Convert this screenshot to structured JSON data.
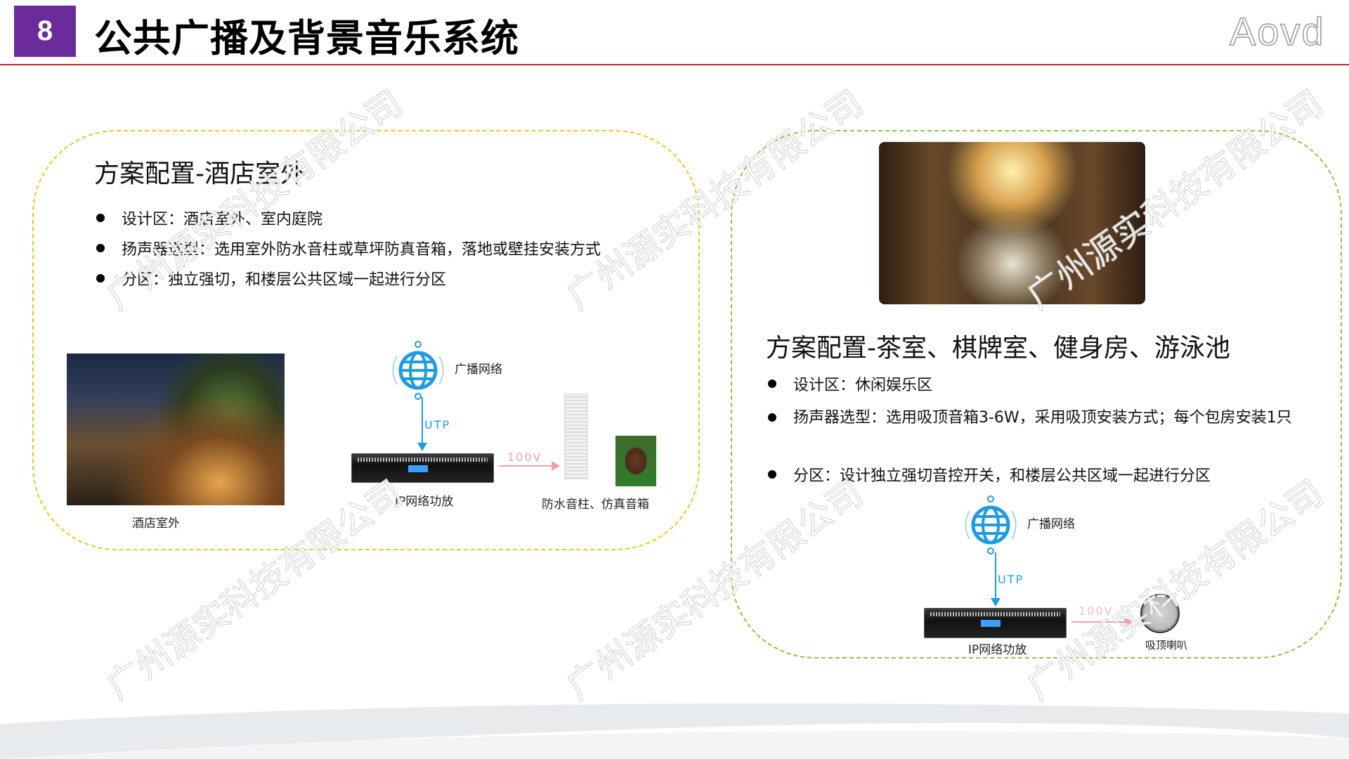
{
  "header": {
    "number": "8",
    "title": "公共广播及背景音乐系统",
    "logo": "Aovd"
  },
  "watermark": "广州源实科技有限公司",
  "left": {
    "title": "方案配置-酒店室外",
    "bullets": [
      "设计区：酒店室外、室内庭院",
      "扬声器选型：选用室外防水音柱或草坪防真音箱，落地或壁挂安装方式",
      "分区：独立强切，和楼层公共区域一起进行分区"
    ],
    "photo_caption": "酒店室外",
    "network_label": "广播网络",
    "utp_label": "UTP",
    "amp_label": "IP网络功放",
    "voltage_label": "100V",
    "speaker_caption": "防水音柱、仿真音箱"
  },
  "right": {
    "title": "方案配置-茶室、棋牌室、健身房、游泳池",
    "bullets": [
      "设计区：休闲娱乐区",
      "扬声器选型：选用吸顶音箱3-6W，采用吸顶安装方式；每个包房安装1只",
      "分区：设计独立强切音控开关，和楼层公共区域一起进行分区"
    ],
    "network_label": "广播网络",
    "utp_label": "UTP",
    "amp_label": "IP网络功放",
    "voltage_label": "100V",
    "speaker_caption": "吸顶喇叭"
  },
  "colors": {
    "accent": "#6a2c9a",
    "rule": "#c0272d",
    "left_border": "#f0c419",
    "right_border": "#8cc63f",
    "network": "#1f9be0"
  }
}
